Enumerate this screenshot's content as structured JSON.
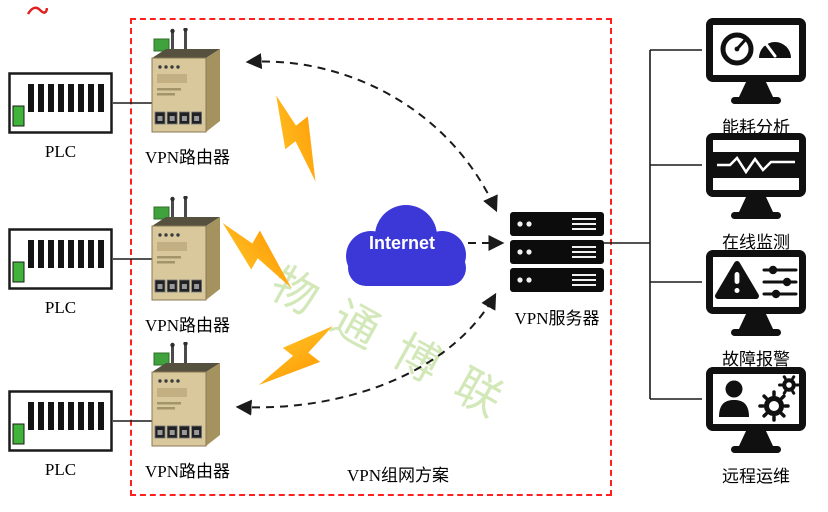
{
  "watermark": {
    "text": "物通博联"
  },
  "group": {
    "label": "VPN组网方案"
  },
  "cloud": {
    "label": "Internet"
  },
  "server": {
    "label": "VPN服务器"
  },
  "plcs": [
    {
      "label": "PLC"
    },
    {
      "label": "PLC"
    },
    {
      "label": "PLC"
    }
  ],
  "routers": [
    {
      "label": "VPN路由器"
    },
    {
      "label": "VPN路由器"
    },
    {
      "label": "VPN路由器"
    }
  ],
  "monitors": [
    {
      "label": "能耗分析",
      "icon": "gauge-dashboard-icon"
    },
    {
      "label": "在线监测",
      "icon": "waveform-icon"
    },
    {
      "label": "故障报警",
      "icon": "alert-triangle-sliders-icon"
    },
    {
      "label": "远程运维",
      "icon": "person-gears-icon"
    }
  ],
  "colors": {
    "group_border": "#ff1f1f",
    "cloud_fill": "#3c38d8",
    "bolt_fill": "#ffa516",
    "router_body": "#d9c89c",
    "plc_accent": "#3fb33a",
    "server_fill": "#0c0c0c",
    "line": "#1a1a1a",
    "watermark": "#b5d98a"
  }
}
